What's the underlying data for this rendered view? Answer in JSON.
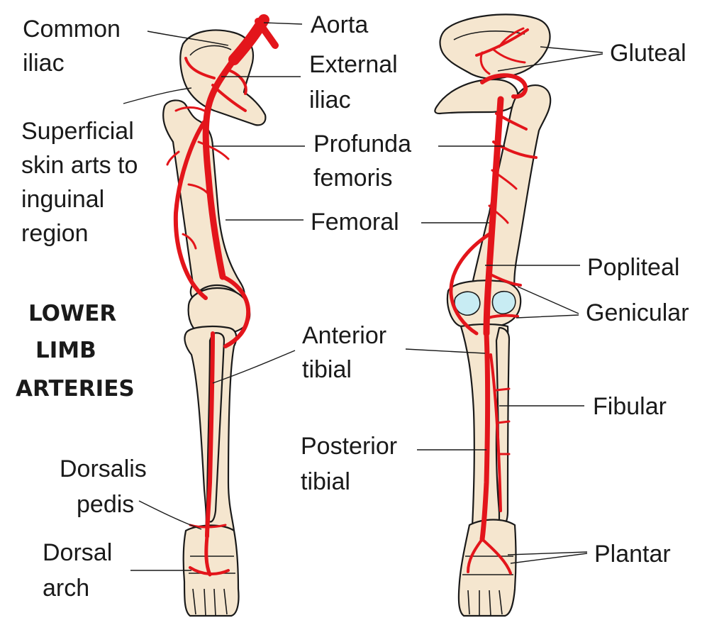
{
  "diagram": {
    "title_lines": [
      "LOWER",
      "LIMB",
      "ARTERIES"
    ],
    "labels": {
      "common_iliac": [
        "Common",
        "iliac"
      ],
      "aorta": "Aorta",
      "external_iliac": [
        "External",
        "iliac"
      ],
      "superficial": [
        "Superficial",
        "skin arts to",
        "inguinal",
        "region"
      ],
      "profunda": [
        "Profunda",
        "femoris"
      ],
      "femoral": "Femoral",
      "anterior_tibial": [
        "Anterior",
        "tibial"
      ],
      "dorsalis_pedis": [
        "Dorsalis",
        "pedis"
      ],
      "dorsal_arch": [
        "Dorsal",
        "arch"
      ],
      "gluteal": "Gluteal",
      "popliteal": "Popliteal",
      "genicular": "Genicular",
      "fibular": "Fibular",
      "posterior_tibial": [
        "Posterior",
        "tibial"
      ],
      "plantar": "Plantar"
    },
    "colors": {
      "artery": "#e3151b",
      "bone": "#f5e6cf",
      "cartilage": "#c8ecf3",
      "outline": "#1a1a1a"
    }
  }
}
